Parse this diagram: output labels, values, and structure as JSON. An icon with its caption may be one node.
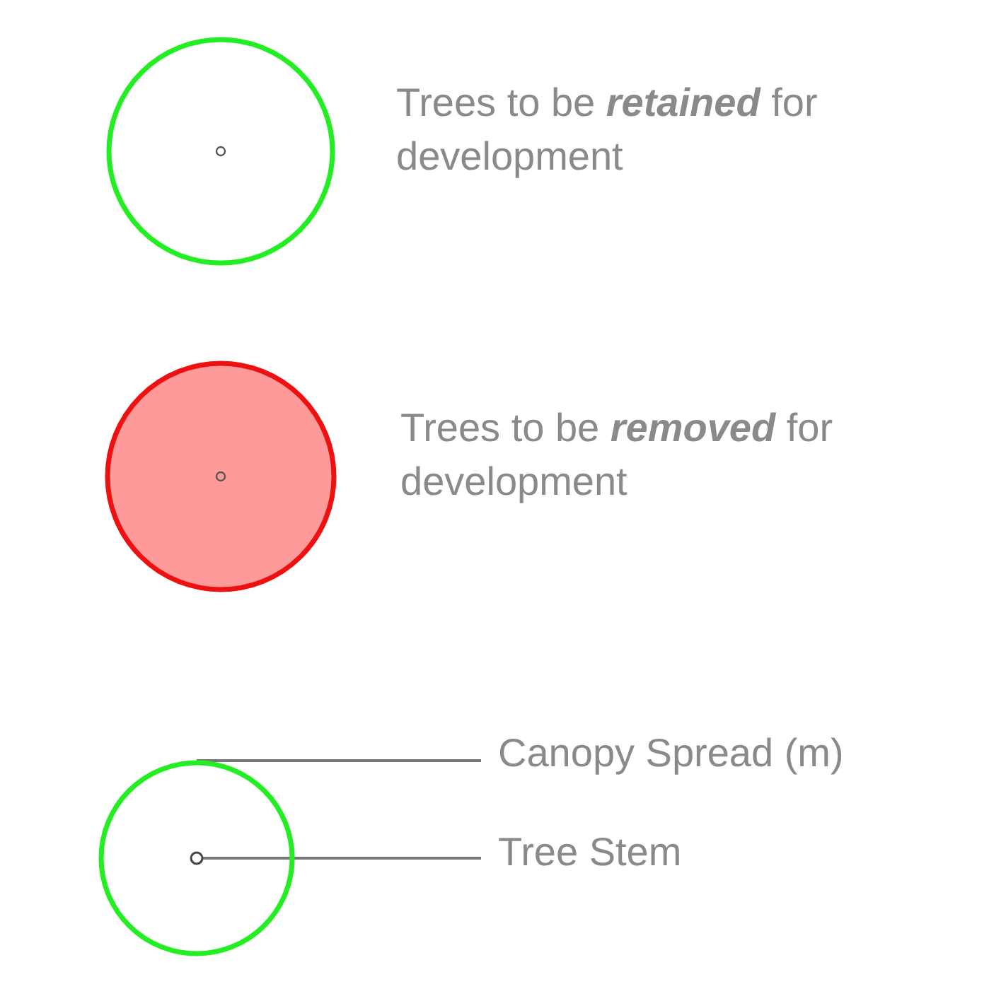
{
  "diagram": {
    "nodes": [
      {
        "text": [],
        "shape": "circle"
      },
      {
        "text": [],
        "shape": "circle",
        "in": 0
      },
      {
        "text": [
          "Canopy Spread (m)"
        ]
      },
      {
        "text": [
          "Tree Stem"
        ]
      }
    ],
    "edges": [
      {
        "from": 2,
        "to": 0,
        "arrow": "none"
      },
      {
        "from": 3,
        "to": 1,
        "arrow": "none"
      }
    ],
    "legend": [
      {
        "text": "Trees to be **retained** for development"
      },
      {
        "text": "Trees to be **removed** for development"
      }
    ]
  }
}
